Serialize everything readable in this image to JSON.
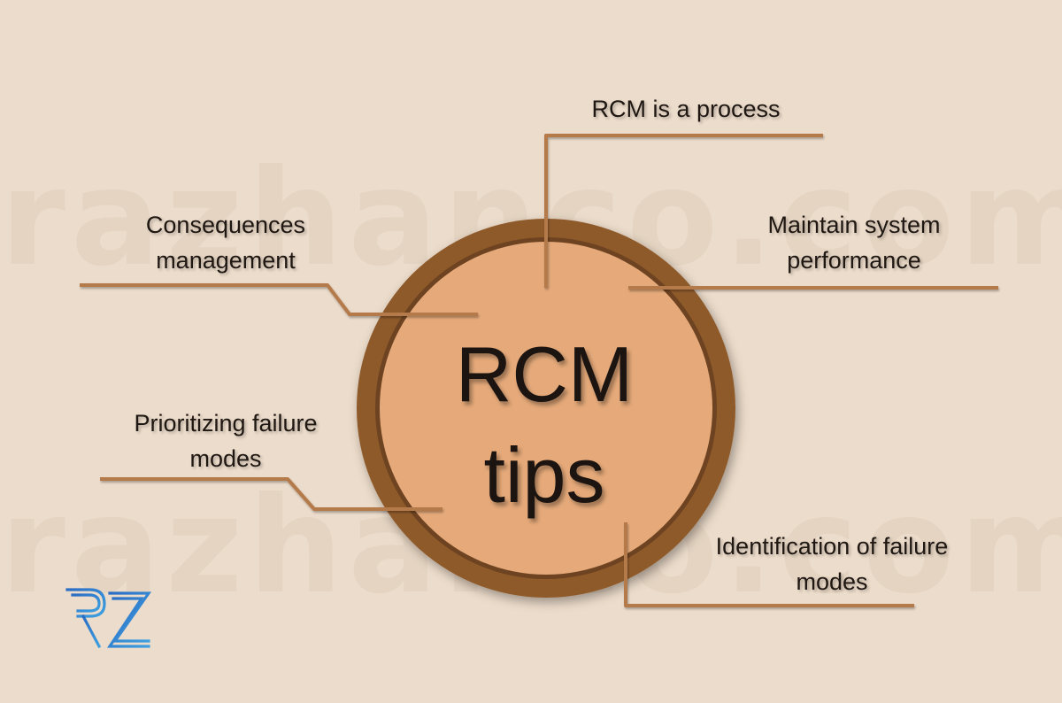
{
  "watermark": "razhanco.com",
  "center": {
    "line1": "RCM",
    "line2": "tips"
  },
  "tips": {
    "process": [
      "RCM is a process"
    ],
    "consequences": [
      "Consequences",
      "management"
    ],
    "maintain": [
      "Maintain system",
      "performance"
    ],
    "prioritizing": [
      "Prioritizing failure",
      "modes"
    ],
    "identification": [
      "Identification of failure",
      "modes"
    ]
  },
  "logo": {
    "text": "RZ",
    "colors": [
      "#2b6cc4",
      "#3ea0e0"
    ]
  },
  "colors": {
    "background": "#ecdccb",
    "ring": "#8f5a2c",
    "inner_circle": "#e6aa7a",
    "connector": "#b57a4a"
  }
}
